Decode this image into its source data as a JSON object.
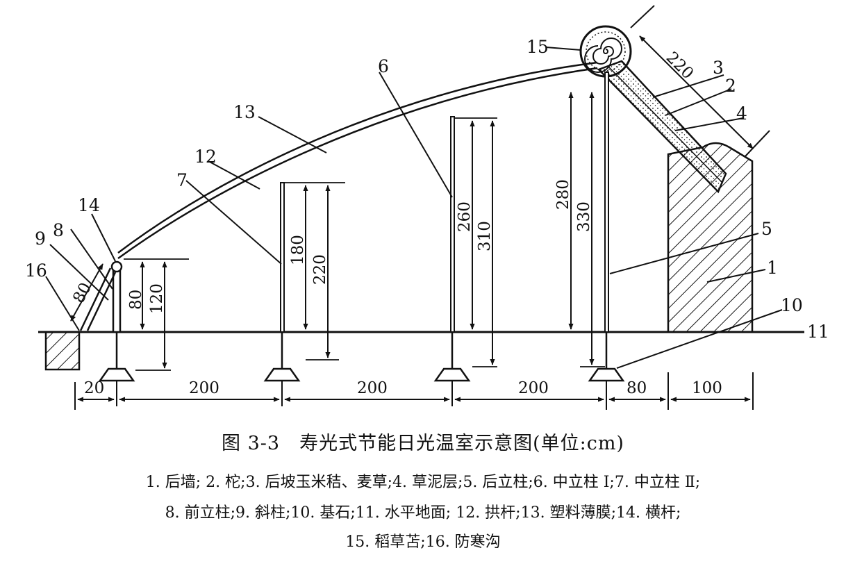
{
  "figure": {
    "caption": "图 3-3　寿光式节能日光温室示意图(单位:cm)",
    "legend_lines": [
      "1. 后墙; 2. 柁;3. 后坡玉米秸、麦草;4. 草泥层;5. 后立柱;6. 中立柱 Ⅰ;7. 中立柱 Ⅱ;",
      "8. 前立柱;9. 斜柱;10. 基石;11. 水平地面; 12. 拱杆;13. 塑料薄膜;14. 横杆;",
      "15. 稻草苫;16. 防寒沟"
    ],
    "part_numbers": [
      "1",
      "2",
      "3",
      "4",
      "5",
      "6",
      "7",
      "8",
      "9",
      "10",
      "11",
      "12",
      "13",
      "14",
      "15",
      "16"
    ],
    "horizontal_dims": [
      "20",
      "200",
      "200",
      "200",
      "80",
      "100"
    ],
    "vertical_dims": [
      "80",
      "120",
      "180",
      "220",
      "260",
      "310",
      "280",
      "330",
      "80",
      "220"
    ]
  }
}
